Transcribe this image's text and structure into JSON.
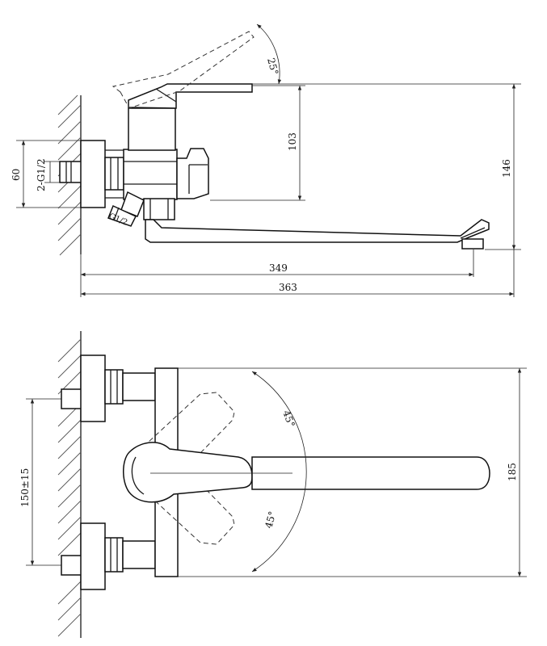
{
  "side_view": {
    "angle_label": "25°",
    "height_label": "103",
    "total_height_label": "146",
    "wall_plate_label": "60",
    "thread_label": "2-G1/2",
    "diverter_label": "G1/2",
    "spout_reach_label": "349",
    "total_length_label": "363"
  },
  "top_view": {
    "angle_upper_label": "45°",
    "angle_lower_label": "45°",
    "depth_label": "185",
    "center_distance_label": "150±15"
  }
}
